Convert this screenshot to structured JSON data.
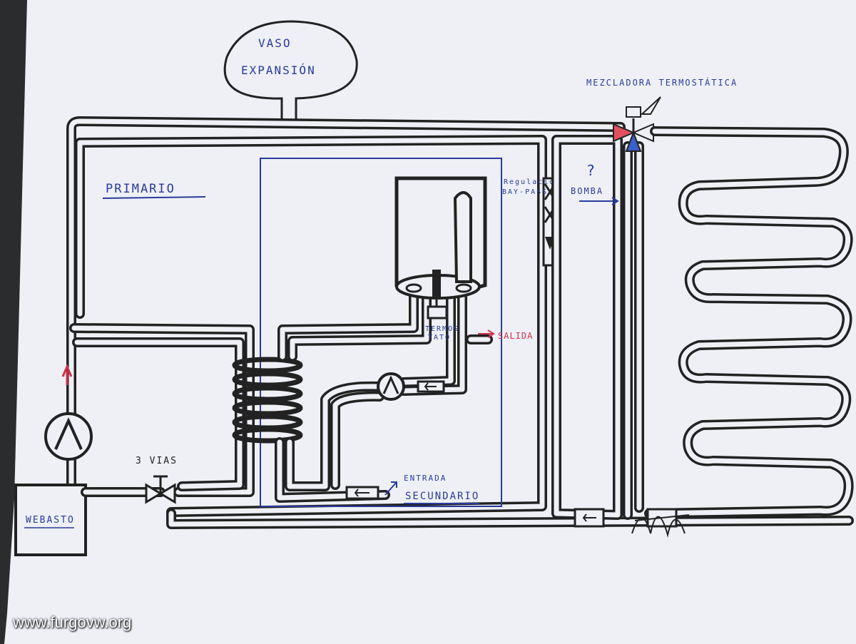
{
  "labels": {
    "vaso_line1": "VASO",
    "vaso_line2": "EXPANSIÓN",
    "mezcladora": "MEZCLADORA TERMOSTÁTICA",
    "primario": "PRIMARIO",
    "regulacion_line1": "Regulación",
    "regulacion_line2": "BAY-PASS",
    "bomba": "BOMBA",
    "question": "?",
    "termostato_line1": "TERMOS",
    "termostato_line2": "TATO",
    "salida": "SALIDA",
    "entrada": "ENTRADA",
    "secundario": "SECUNDARIO",
    "vias": "3 VIAS",
    "webasto": "WEBASTO"
  },
  "watermark": "www.furgovw.org",
  "colors": {
    "pen_blue": "#2a3a9a",
    "pen_red": "#d0324a",
    "pipe": "#222222",
    "paper": "#eef0f6"
  }
}
